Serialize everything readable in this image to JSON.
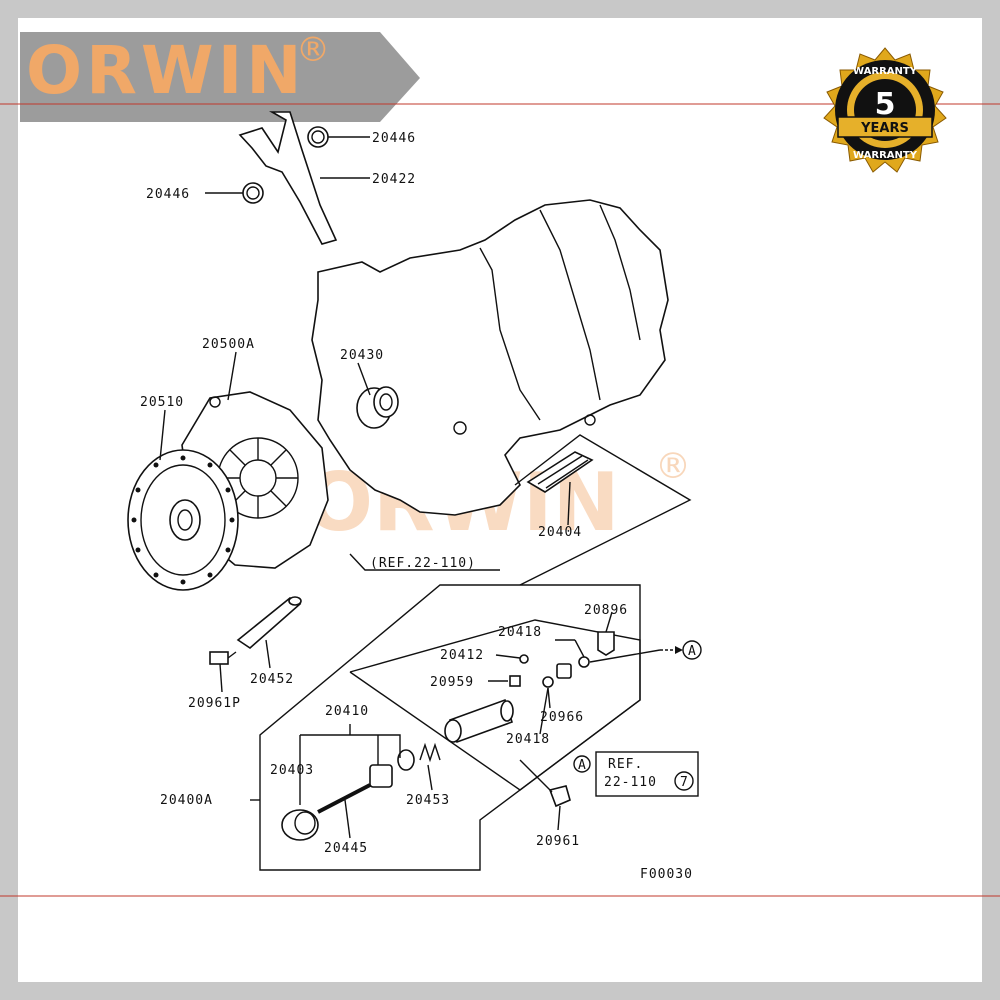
{
  "brand": {
    "name": "ORWIN",
    "reg": "®"
  },
  "badge": {
    "top": "WARRANTY",
    "number": "5",
    "years": "YEARS",
    "bottom": "WARRANTY"
  },
  "watermark": {
    "text": "ORWIN",
    "reg": "®"
  },
  "labels": {
    "p20446a": "20446",
    "p20422": "20422",
    "p20446b": "20446",
    "p20500A": "20500A",
    "p20430": "20430",
    "p20510": "20510",
    "p20404": "20404",
    "ref1": "(REF.22-110)",
    "p20896": "20896",
    "p20418a": "20418",
    "p20412": "20412",
    "p20959": "20959",
    "p20966": "20966",
    "p20418b": "20418",
    "p20452": "20452",
    "p20961P": "20961P",
    "p20410": "20410",
    "p20403": "20403",
    "p20453": "20453",
    "p20400A": "20400A",
    "p20445": "20445",
    "p20961": "20961",
    "refA": "A",
    "ref2a": "REF.",
    "ref2b": "22-110",
    "ref2c": "7",
    "arrowA": "A",
    "figure": "F00030"
  },
  "colors": {
    "brand": "#f0a868",
    "banner": "#9c9c9c",
    "frame": "#c8c8c8",
    "redline": "#c0392b",
    "badge_gold": "#e0a81c",
    "badge_black": "#111111"
  }
}
